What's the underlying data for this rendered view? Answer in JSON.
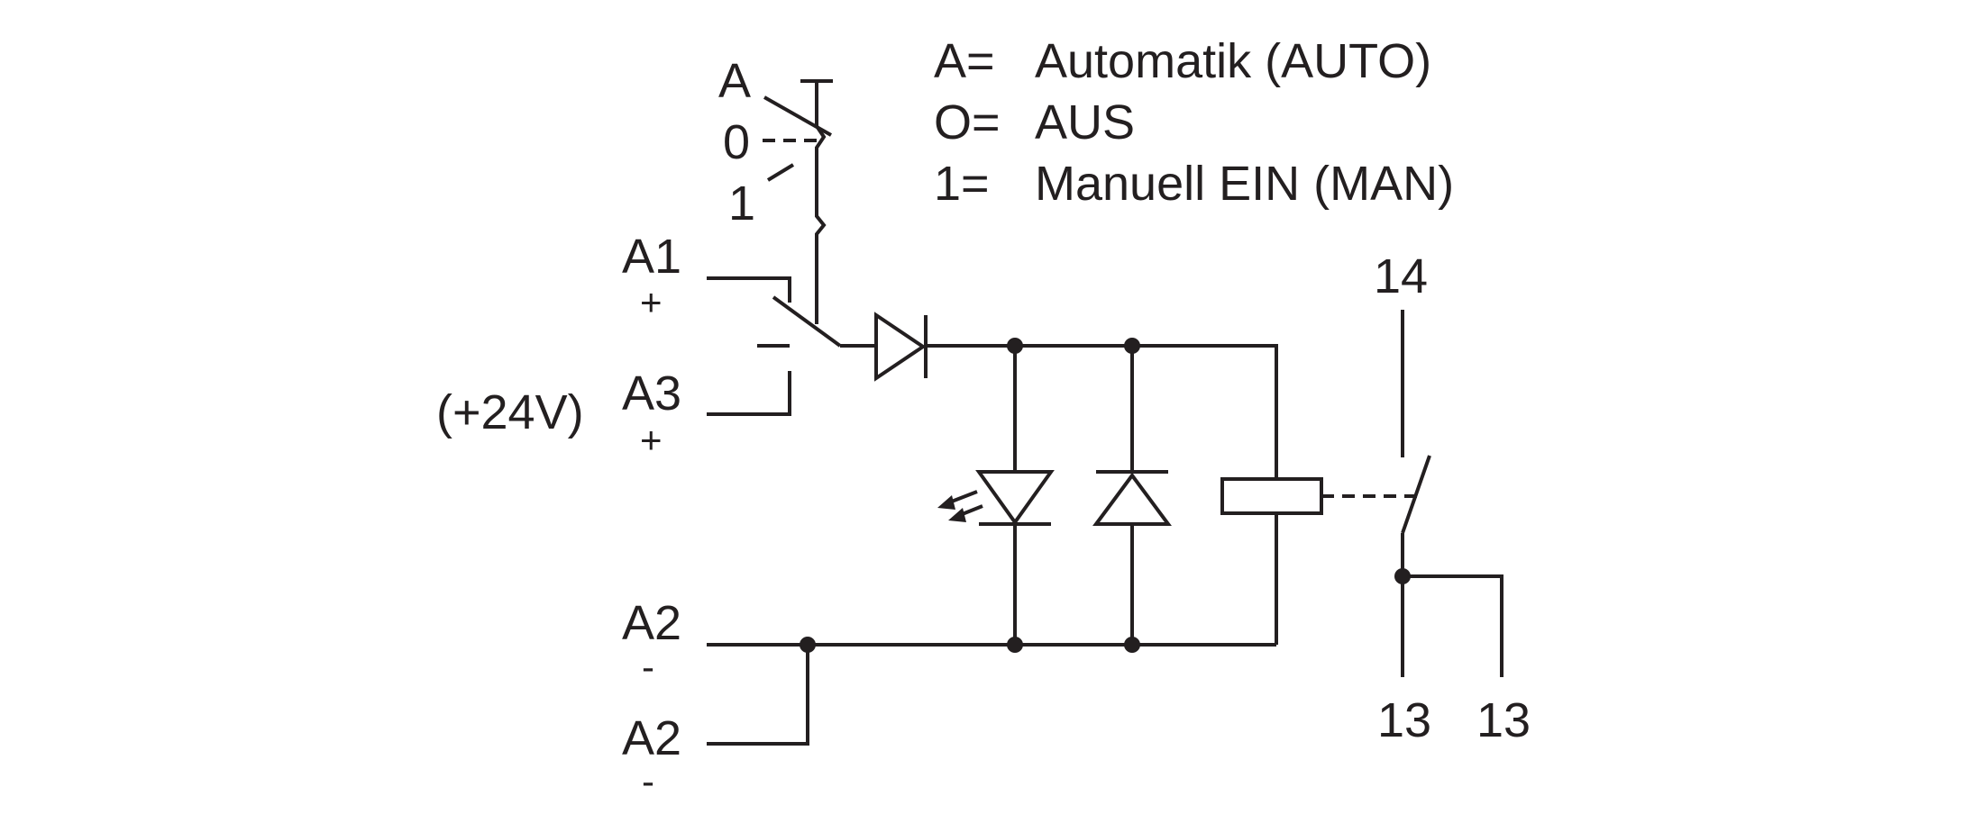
{
  "legend": {
    "line_a": {
      "key": "A=",
      "text": "Automatik (AUTO)"
    },
    "line_o": {
      "key": "O=",
      "text": "AUS"
    },
    "line_1": {
      "key": "1=",
      "text": "Manuell EIN (MAN)"
    }
  },
  "selector": {
    "pos_a": "A",
    "pos_0": "0",
    "pos_1": "1"
  },
  "terminals": {
    "a1": {
      "name": "A1",
      "polarity": "+"
    },
    "a3": {
      "name": "A3",
      "polarity": "+"
    },
    "a2_top": {
      "name": "A2",
      "polarity": "-"
    },
    "a2_bottom": {
      "name": "A2",
      "polarity": "-"
    },
    "t14": "14",
    "t13_left": "13",
    "t13_right": "13"
  },
  "supply_note": "(+24V)",
  "colors": {
    "ink": "#231f20",
    "background": "#ffffff"
  }
}
